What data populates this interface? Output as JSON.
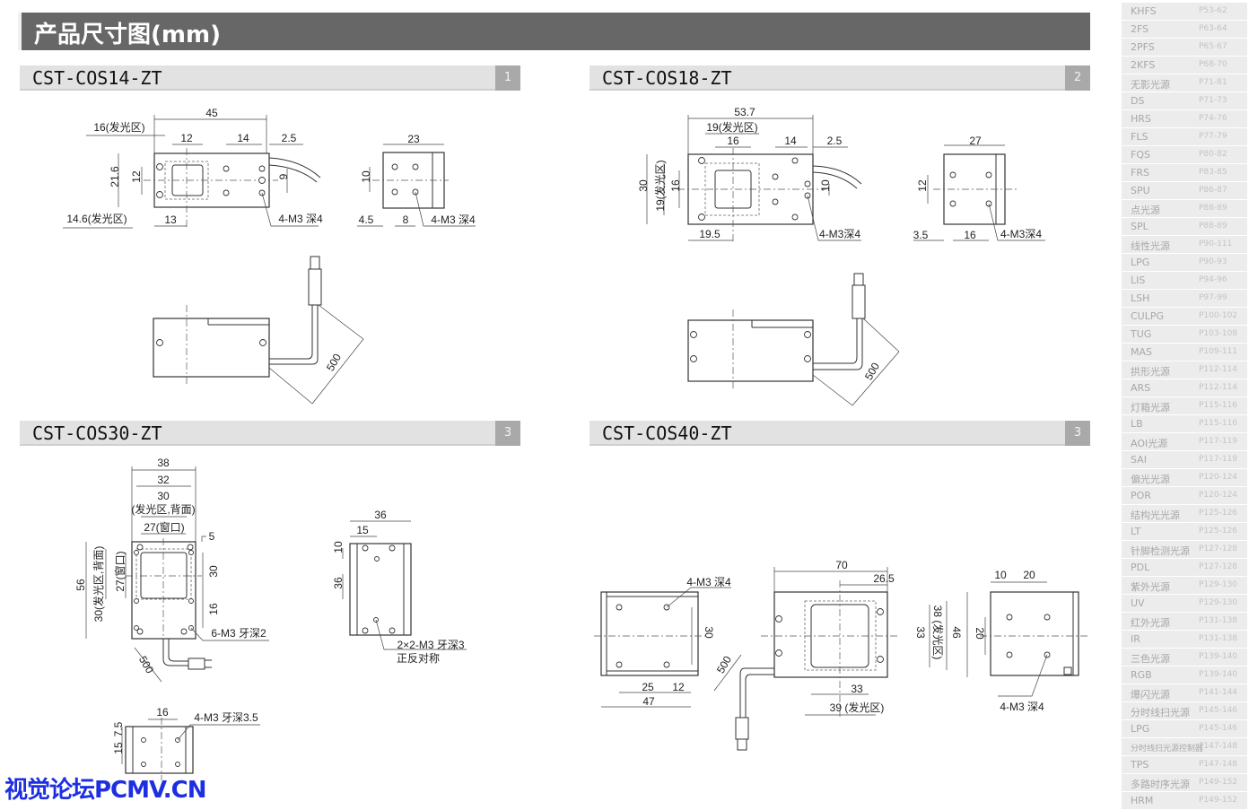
{
  "header": {
    "title": "产品尺寸图(mm)"
  },
  "sections": [
    {
      "name": "CST-COS14-ZT",
      "badge": "1"
    },
    {
      "name": "CST-COS18-ZT",
      "badge": "2"
    },
    {
      "name": "CST-COS30-ZT",
      "badge": "3"
    },
    {
      "name": "CST-COS40-ZT",
      "badge": "3"
    }
  ],
  "cos14": {
    "top": [
      "45",
      "16(发光区)",
      "12",
      "14",
      "2.5",
      "21.6",
      "12",
      "9",
      "14.6(发光区)",
      "13",
      "4-M3 深4"
    ],
    "side": [
      "23",
      "10",
      "4.5",
      "8",
      "4-M3 深4"
    ],
    "cable": [
      "500"
    ]
  },
  "cos18": {
    "top": [
      "53.7",
      "19(发光区)",
      "16",
      "14",
      "2.5",
      "30",
      "19(发光区)",
      "16",
      "10",
      "19.5",
      "4-M3深4"
    ],
    "side": [
      "27",
      "12",
      "3.5",
      "16",
      "4-M3深4"
    ],
    "cable": [
      "500"
    ]
  },
  "cos30": {
    "front": [
      "38",
      "32",
      "30",
      "(发光区,背面)",
      "27(窗口)",
      "5",
      "56",
      "30(发光区,背面)",
      "27(窗口)",
      "30",
      "16",
      "6-M3 牙深2",
      "500"
    ],
    "side": [
      "36",
      "15",
      "10",
      "36",
      "2×2-M3 牙深3",
      "正反对称"
    ],
    "bottom": [
      "16",
      "4-M3 牙深3.5",
      "7.5",
      "15"
    ]
  },
  "cos40": {
    "left": [
      "4-M3 深4",
      "30",
      "25",
      "12",
      "47"
    ],
    "center": [
      "70",
      "26.5",
      "38 (发光区)",
      "33",
      "46",
      "33",
      "39 (发光区)",
      "500"
    ],
    "right": [
      "10",
      "20",
      "20",
      "4-M3 深4"
    ]
  },
  "sidebar": {
    "items": [
      {
        "label": "KHFS",
        "pages": "P53-62"
      },
      {
        "label": "2FS",
        "pages": "P63-64"
      },
      {
        "label": "2PFS",
        "pages": "P65-67"
      },
      {
        "label": "2KFS",
        "pages": "P68-70"
      },
      {
        "label": "无影光源",
        "pages": "P71-81"
      },
      {
        "label": "DS",
        "pages": "P71-73"
      },
      {
        "label": "HRS",
        "pages": "P74-76"
      },
      {
        "label": "FLS",
        "pages": "P77-79"
      },
      {
        "label": "FQS",
        "pages": "P80-82"
      },
      {
        "label": "FRS",
        "pages": "P83-85"
      },
      {
        "label": "SPU",
        "pages": "P86-87"
      },
      {
        "label": "点光源",
        "pages": "P88-89"
      },
      {
        "label": "SPL",
        "pages": "P88-89"
      },
      {
        "label": "线性光源",
        "pages": "P90-111"
      },
      {
        "label": "LPG",
        "pages": "P90-93"
      },
      {
        "label": "LIS",
        "pages": "P94-96"
      },
      {
        "label": "LSH",
        "pages": "P97-99"
      },
      {
        "label": "CULPG",
        "pages": "P100-102"
      },
      {
        "label": "TUG",
        "pages": "P103-108"
      },
      {
        "label": "MAS",
        "pages": "P109-111"
      },
      {
        "label": "拱形光源",
        "pages": "P112-114"
      },
      {
        "label": "ARS",
        "pages": "P112-114"
      },
      {
        "label": "灯箱光源",
        "pages": "P115-116"
      },
      {
        "label": "LB",
        "pages": "P115-116"
      },
      {
        "label": "AOI光源",
        "pages": "P117-119"
      },
      {
        "label": "SAI",
        "pages": "P117-119"
      },
      {
        "label": "偏光光源",
        "pages": "P120-124"
      },
      {
        "label": "POR",
        "pages": "P120-124"
      },
      {
        "label": "结构光光源",
        "pages": "P125-126"
      },
      {
        "label": "LT",
        "pages": "P125-126"
      },
      {
        "label": "针脚检测光源",
        "pages": "P127-128"
      },
      {
        "label": "PDL",
        "pages": "P127-128"
      },
      {
        "label": "紫外光源",
        "pages": "P129-130"
      },
      {
        "label": "UV",
        "pages": "P129-130"
      },
      {
        "label": "红外光源",
        "pages": "P131-138"
      },
      {
        "label": "IR",
        "pages": "P131-138"
      },
      {
        "label": "三色光源",
        "pages": "P139-140"
      },
      {
        "label": "RGB",
        "pages": "P139-140"
      },
      {
        "label": "爆闪光源",
        "pages": "P141-144"
      },
      {
        "label": "分时线扫光源",
        "pages": "P145-146"
      },
      {
        "label": "LPG",
        "pages": "P145-146"
      },
      {
        "label": "分时线扫光源控制器",
        "pages": "P147-148"
      },
      {
        "label": "TPS",
        "pages": "P147-148"
      },
      {
        "label": "多路时序光源",
        "pages": "P149-152"
      },
      {
        "label": "HRM",
        "pages": "P149-152"
      }
    ]
  },
  "watermark": "视觉论坛PCMV.CN"
}
